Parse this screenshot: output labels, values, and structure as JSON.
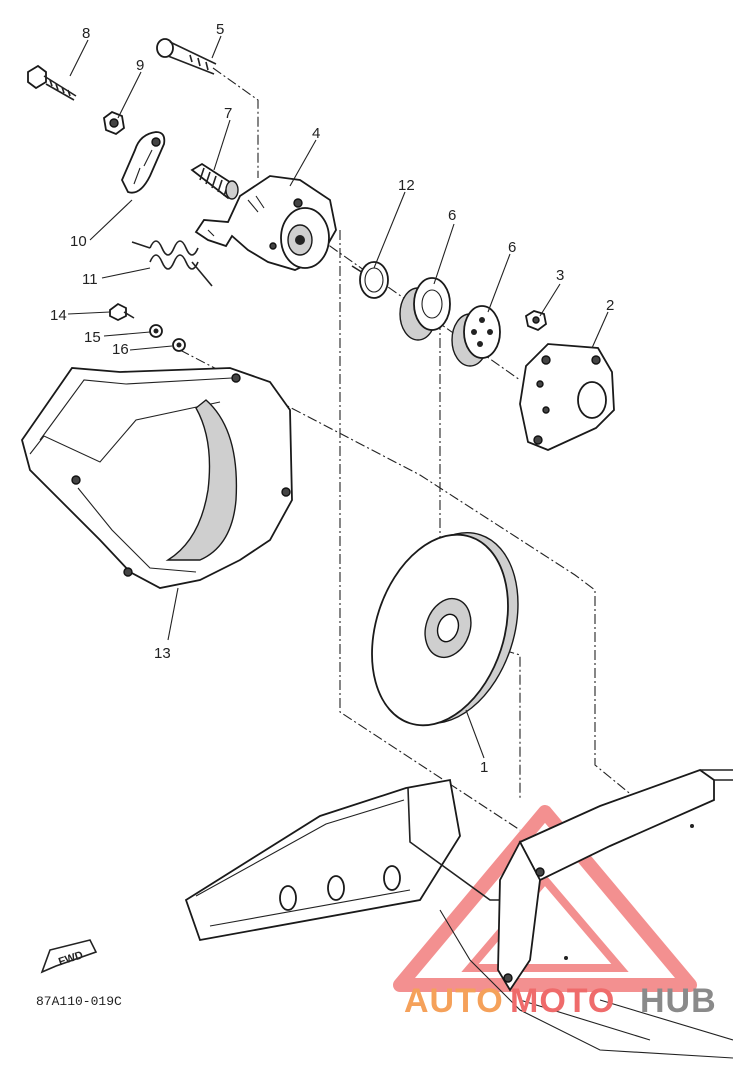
{
  "callouts": [
    {
      "id": "1",
      "text": "1"
    },
    {
      "id": "2",
      "text": "2"
    },
    {
      "id": "3",
      "text": "3"
    },
    {
      "id": "4",
      "text": "4"
    },
    {
      "id": "5",
      "text": "5"
    },
    {
      "id": "6a",
      "text": "6"
    },
    {
      "id": "6b",
      "text": "6"
    },
    {
      "id": "7",
      "text": "7"
    },
    {
      "id": "8",
      "text": "8"
    },
    {
      "id": "9",
      "text": "9"
    },
    {
      "id": "10",
      "text": "10"
    },
    {
      "id": "11",
      "text": "11"
    },
    {
      "id": "12",
      "text": "12"
    },
    {
      "id": "13",
      "text": "13"
    },
    {
      "id": "14",
      "text": "14"
    },
    {
      "id": "15",
      "text": "15"
    },
    {
      "id": "16",
      "text": "16"
    }
  ],
  "fwd_label": "FWD",
  "drawing_code": "87A110-019C",
  "watermark": {
    "part1": "AUTO",
    "part2": "MOTO",
    "part3": "HUB"
  },
  "colors": {
    "line": "#222222",
    "watermark_red": "#ef6b6b",
    "watermark_orange": "#f5a15a",
    "watermark_gray": "#8a8a8a"
  }
}
